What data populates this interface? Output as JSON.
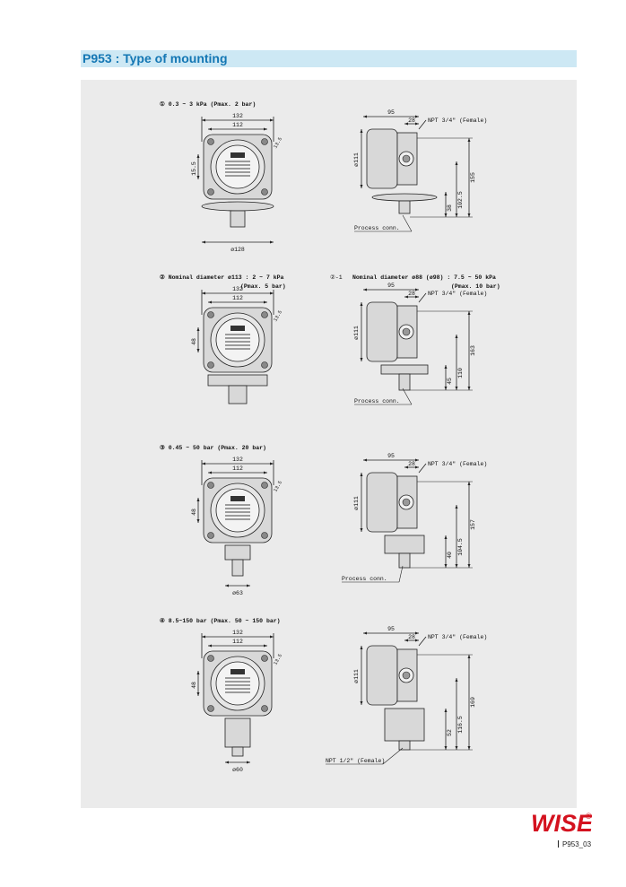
{
  "page": {
    "title": "P953 : Type of mounting",
    "page_code": "P953_03",
    "brand": "WISE",
    "registered_mark": "®"
  },
  "colors": {
    "title_text": "#1477b4",
    "title_bar": "#cde8f4",
    "panel": "#ebebeb",
    "brand_red": "#d4121f"
  },
  "rows": [
    {
      "front_label": "① 0.3 ~ 3 kPa (Pmax. 2 bar)",
      "side_label": "",
      "side_label_range": "",
      "front_dims": {
        "w1": "132",
        "w2": "112",
        "h": "15.5",
        "corner": "13.5",
        "bottom": "ø128"
      },
      "side_dims": {
        "d": "95",
        "d2": "28",
        "npt": "NPT 3/4\" (Female)",
        "dia": "ø111",
        "h1": "102.5",
        "h2": "155",
        "h3": "38",
        "conn": "Process conn."
      }
    },
    {
      "front_label": "② Nominal diameter ø113 : 2 ~ 7 kPa",
      "front_label_2": "(Pmax. 5 bar)",
      "side_label": "②-1",
      "side_label_range": "Nominal diameter ø88 (ø98) : 7.5 ~ 50 kPa",
      "side_label_2": "(Pmax. 10 bar)",
      "front_dims": {
        "w1": "132",
        "w2": "112",
        "h": "48",
        "corner": "13.5",
        "bottom": ""
      },
      "side_dims": {
        "d": "95",
        "d2": "28",
        "npt": "NPT 3/4\" (Female)",
        "dia": "ø111",
        "h1": "110",
        "h2": "163",
        "h3": "45",
        "conn": "Process conn."
      }
    },
    {
      "front_label": "③ 0.45 ~ 50 bar (Pmax. 20 bar)",
      "side_label": "",
      "side_label_range": "",
      "front_dims": {
        "w1": "132",
        "w2": "112",
        "h": "48",
        "corner": "13.5",
        "bottom": "ø63"
      },
      "side_dims": {
        "d": "95",
        "d2": "28",
        "npt": "NPT 3/4\" (Female)",
        "dia": "ø111",
        "h1": "104.5",
        "h2": "157",
        "h3": "40",
        "conn": "Process conn."
      }
    },
    {
      "front_label": "④ 8.5~150 bar (Pmax. 50 ~ 150 bar)",
      "side_label": "",
      "side_label_range": "",
      "front_dims": {
        "w1": "132",
        "w2": "112",
        "h": "48",
        "corner": "13.5",
        "bottom": "ø60"
      },
      "side_dims": {
        "d": "95",
        "d2": "28",
        "npt": "NPT 3/4\" (Female)",
        "dia": "ø111",
        "h1": "116.5",
        "h2": "169",
        "h3": "52",
        "conn": "NPT 1/2\" (Female)"
      }
    }
  ]
}
